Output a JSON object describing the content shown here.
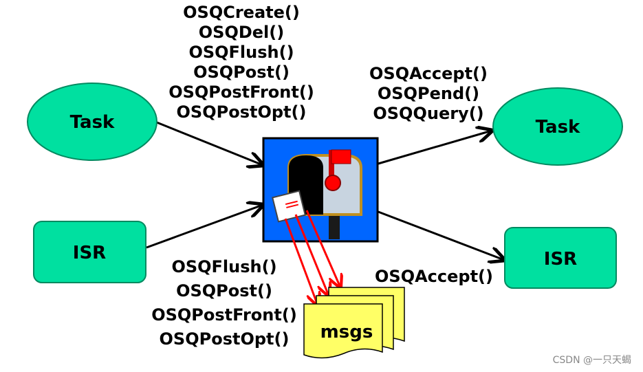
{
  "nodes": {
    "task_left": "Task",
    "task_right": "Task",
    "isr_left": "ISR",
    "isr_right": "ISR",
    "msgs": "msgs"
  },
  "task_to_queue_calls": [
    "OSQCreate()",
    "OSQDel()",
    "OSQFlush()",
    "OSQPost()",
    "OSQPostFront()",
    "OSQPostOpt()"
  ],
  "isr_to_queue_calls": [
    "OSQFlush()",
    "OSQPost()",
    "OSQPostFront()",
    "OSQPostOpt()"
  ],
  "queue_to_task_calls": [
    "OSQAccept()",
    "OSQPend()",
    "OSQQuery()"
  ],
  "queue_to_isr_calls": [
    "OSQAccept()"
  ],
  "colors": {
    "node_fill": "#00e0a0",
    "mailbox_bg": "#0066ff",
    "msgs_fill": "#ffff66",
    "arrow_red": "#ff0000"
  },
  "icons": [
    "mailbox-icon"
  ],
  "watermark": "CSDN @一只天蝎"
}
